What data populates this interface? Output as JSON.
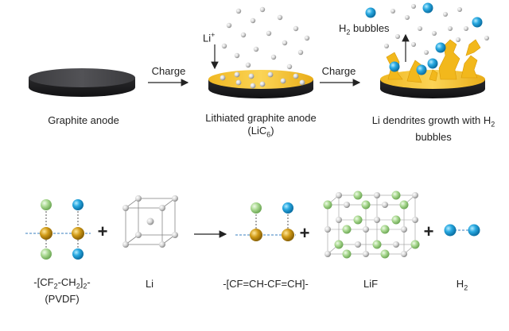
{
  "top": {
    "step1_label": "Graphite anode",
    "arrow1_label": "Charge",
    "li_ion_label": "Li",
    "li_ion_charge": "+",
    "step2_label": "Lithiated graphite anode",
    "step2_formula_prefix": "(LiC",
    "step2_formula_sub": "6",
    "step2_formula_suffix": ")",
    "arrow2_label": "Charge",
    "h2_bubbles_prefix": "H",
    "h2_bubbles_sub": "2",
    "h2_bubbles_suffix": " bubbles",
    "step3_line1_prefix": "Li dendrites growth with H",
    "step3_line1_sub": "2",
    "step3_line2": "bubbles"
  },
  "bottom": {
    "pvdf_part1": "-[CF",
    "pvdf_sub1": "2",
    "pvdf_part2": "-CH",
    "pvdf_sub2": "2",
    "pvdf_part3": "]",
    "pvdf_sub3": "2",
    "pvdf_part4": "-",
    "pvdf_line2": "(PVDF)",
    "plus1": "+",
    "li_label": "Li",
    "product_label": "-[CF=CH-CF=CH]-",
    "plus2": "+",
    "lif_label": "LiF",
    "plus3": "+",
    "h2_prefix": "H",
    "h2_sub": "2"
  },
  "colors": {
    "graphite": "#3a3a3c",
    "gold_layer": "#f2c12e",
    "carbon_atom": "#b8860b",
    "fluorine_atom": "#9fd08a",
    "hydrogen_atom": "#1e9fd8",
    "lithium_atom": "#d9d9d9"
  }
}
